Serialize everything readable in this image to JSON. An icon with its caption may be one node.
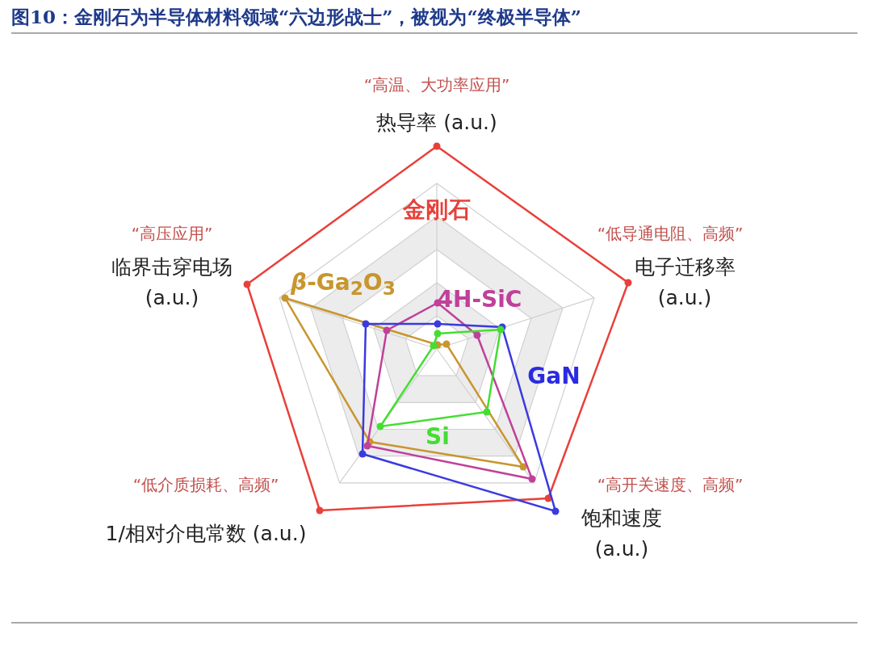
{
  "diagram": {
    "title": "图10：金刚石为半导体材料领域“六边形战士”，被视为“终极半导体”",
    "labels": [
      "“高温、大功率应用”",
      "热导率 (a.u.)",
      "“高压应用”",
      "临界击穿电场 (a.u.)",
      "金刚石",
      "“低导通电阻、高频”",
      "电子迁移率 (a.u.)",
      "*β*-Ga$_{2}$O$_{3}$",
      "4H-SiC",
      "GaN",
      "Si",
      "“低介质损耗、高频”",
      "1/相对介电常数 (a.u.)",
      "“高开关速度、高频”",
      "饱和速度 (a.u.)"
    ]
  }
}
